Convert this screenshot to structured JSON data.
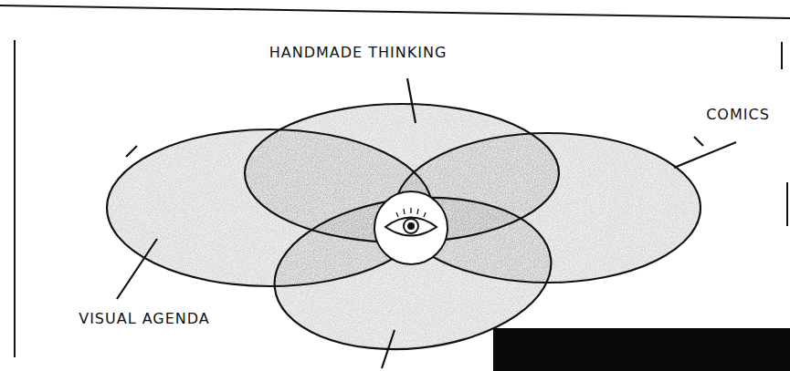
{
  "diagram": {
    "labels": [
      "HANDMADE THINKING",
      "COMICS",
      "VISUAL AGENDA"
    ]
  }
}
